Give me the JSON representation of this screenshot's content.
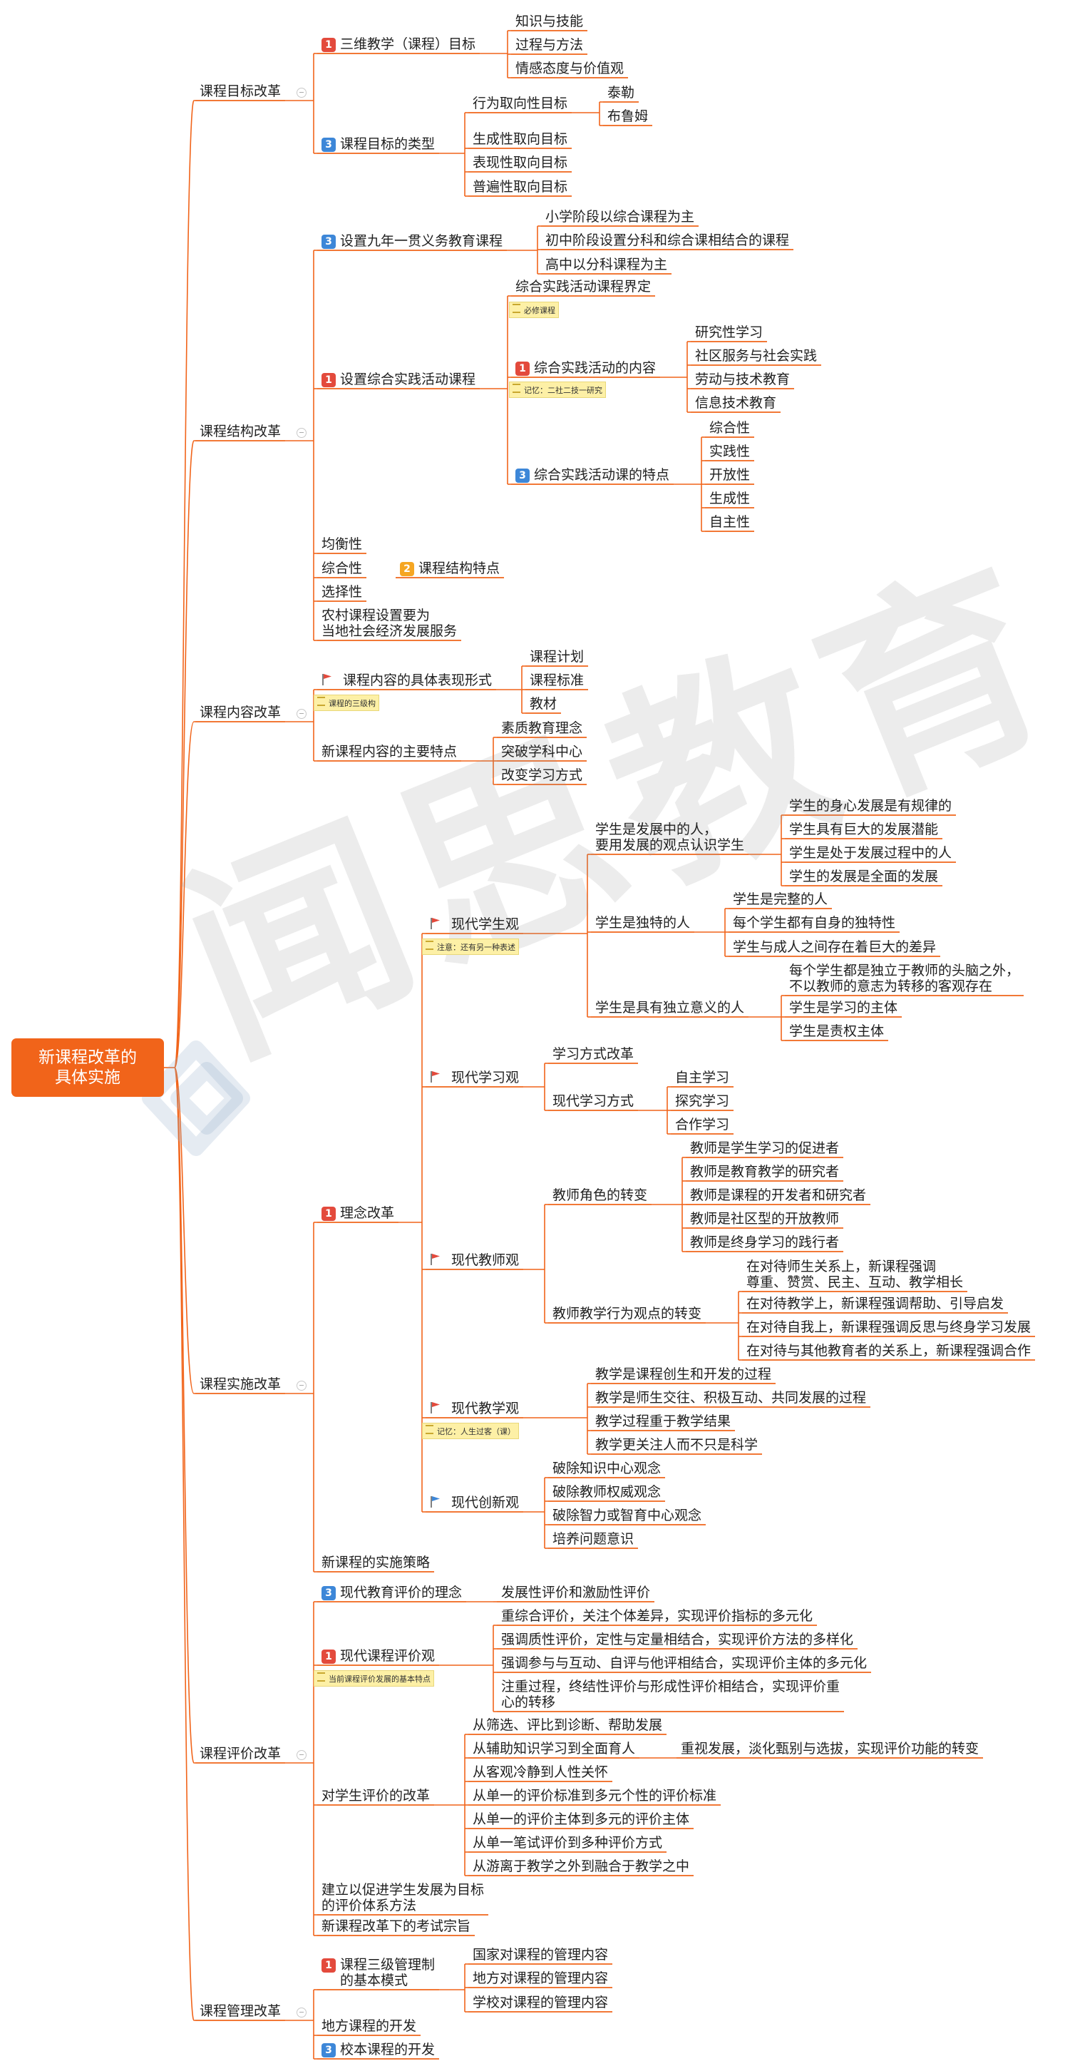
{
  "root": {
    "line1": "新课程改革的",
    "line2": "具体实施"
  },
  "watermark": "闻思教育",
  "colors": {
    "accent": "#f1641a",
    "badge_red": "#e34a3c",
    "badge_orange": "#f5a623",
    "badge_blue": "#3d87d8",
    "flag_red": "#e34a3c",
    "flag_blue": "#3d87d8",
    "note_bg": "#fdf0a6"
  },
  "goals": {
    "label": "课程目标改革",
    "three_dim": {
      "badge": "1",
      "label": "三维教学（课程）目标",
      "items": [
        "知识与技能",
        "过程与方法",
        "情感态度与价值观"
      ]
    },
    "types": {
      "badge": "3",
      "label": "课程目标的类型",
      "behavior": {
        "label": "行为取向性目标",
        "items": [
          "泰勒",
          "布鲁姆"
        ]
      },
      "others": [
        "生成性取向目标",
        "表现性取向目标",
        "普遍性取向目标"
      ]
    }
  },
  "structure": {
    "label": "课程结构改革",
    "nine_year": {
      "badge": "3",
      "label": "设置九年一贯义务教育课程",
      "items": [
        "小学阶段以综合课程为主",
        "初中阶段设置分科和综合课相结合的课程",
        "高中以分科课程为主"
      ]
    },
    "practice": {
      "badge": "1",
      "label": "设置综合实践活动课程",
      "define": "综合实践活动课程界定",
      "note_required": "必修课程",
      "content": {
        "badge": "1",
        "label": "综合实践活动的内容",
        "note": "记忆：二社二技一研究",
        "items": [
          "研究性学习",
          "社区服务与社会实践",
          "劳动与技术教育",
          "信息技术教育"
        ]
      },
      "features": {
        "badge": "3",
        "label": "综合实践活动课的特点",
        "items": [
          "综合性",
          "实践性",
          "开放性",
          "生成性",
          "自主性"
        ]
      }
    },
    "traits": {
      "badge": "2",
      "label": "课程结构特点",
      "items": [
        "均衡性",
        "综合性",
        "选择性"
      ],
      "rural_l1": "农村课程设置要为",
      "rural_l2": "当地社会经济发展服务"
    }
  },
  "content": {
    "label": "课程内容改革",
    "forms": {
      "label": "课程内容的具体表现形式",
      "note": "课程的三级构",
      "items": [
        "课程计划",
        "课程标准",
        "教材"
      ]
    },
    "features": {
      "label": "新课程内容的主要特点",
      "items": [
        "素质教育理念",
        "突破学科中心",
        "改变学习方式"
      ]
    }
  },
  "implement": {
    "label": "课程实施改革",
    "concept": {
      "badge": "1",
      "label": "理念改革",
      "student": {
        "label": "现代学生观",
        "note": "注意：还有另一种表述",
        "dev": {
          "l1": "学生是发展中的人，",
          "l2": "要用发展的观点认识学生",
          "items": [
            "学生的身心发展是有规律的",
            "学生具有巨大的发展潜能",
            "学生是处于发展过程中的人",
            "学生的发展是全面的发展"
          ]
        },
        "unique": {
          "label": "学生是独特的人",
          "items": [
            "学生是完整的人",
            "每个学生都有自身的独特性",
            "学生与成人之间存在着巨大的差异"
          ]
        },
        "indep": {
          "label": "学生是具有独立意义的人",
          "item1_l1": "每个学生都是独立于教师的头脑之外，",
          "item1_l2": "不以教师的意志为转移的客观存在",
          "items": [
            "学生是学习的主体",
            "学生是责权主体"
          ]
        }
      },
      "learning": {
        "label": "现代学习观",
        "reform": "学习方式改革",
        "modern": {
          "label": "现代学习方式",
          "items": [
            "自主学习",
            "探究学习",
            "合作学习"
          ]
        }
      },
      "teacher": {
        "label": "现代教师观",
        "role": {
          "label": "教师角色的转变",
          "items": [
            "教师是学生学习的促进者",
            "教师是教育教学的研究者",
            "教师是课程的开发者和研究者",
            "教师是社区型的开放教师",
            "教师是终身学习的践行者"
          ]
        },
        "behavior": {
          "label": "教师教学行为观点的转变",
          "item1_l1": "在对待师生关系上，新课程强调",
          "item1_l2": "尊重、赞赏、民主、互动、教学相长",
          "items": [
            "在对待教学上，新课程强调帮助、引导启发",
            "在对待自我上，新课程强调反思与终身学习发展",
            "在对待与其他教育者的关系上，新课程强调合作"
          ]
        }
      },
      "teaching": {
        "label": "现代教学观",
        "note": "记忆：人生过客（课）",
        "items": [
          "教学是课程创生和开发的过程",
          "教学是师生交往、积极互动、共同发展的过程",
          "教学过程重于教学结果",
          "教学更关注人而不只是科学"
        ]
      },
      "innovation": {
        "label": "现代创新观",
        "items": [
          "破除知识中心观念",
          "破除教师权威观念",
          "破除智力或智育中心观念",
          "培养问题意识"
        ]
      }
    },
    "strategy": "新课程的实施策略"
  },
  "evaluation": {
    "label": "课程评价改革",
    "idea": {
      "badge": "3",
      "label": "现代教育评价的理念",
      "item": "发展性评价和激励性评价"
    },
    "modern": {
      "badge": "1",
      "label": "现代课程评价观",
      "note": "当前课程评价发展的基本特点",
      "items": [
        "重综合评价，关注个体差异，实现评价指标的多元化",
        "强调质性评价，定性与定量相结合，实现评价方法的多样化",
        "强调参与与互动、自评与他评相结合，实现评价主体的多元化"
      ],
      "last_l1": "注重过程，终结性评价与形成性评价相结合，实现评价重",
      "last_l2": "心的转移"
    },
    "student": {
      "label": "对学生评价的改革",
      "items": [
        "从筛选、评比到诊断、帮助发展",
        "从辅助知识学习到全面育人",
        "从客观冷静到人性关怀",
        "从单一的评价标准到多元个性的评价标准",
        "从单一的评价主体到多元的评价主体",
        "从单一笔试评价到多种评价方式",
        "从游离于教学之外到融合于教学之中"
      ],
      "sub": "重视发展，淡化甄别与选拔，实现评价功能的转变"
    },
    "system_l1": "建立以促进学生发展为目标",
    "system_l2": "的评价体系方法",
    "exam": "新课程改革下的考试宗旨"
  },
  "management": {
    "label": "课程管理改革",
    "three": {
      "badge": "1",
      "l1": "课程三级管理制",
      "l2": "的基本模式",
      "items": [
        "国家对课程的管理内容",
        "地方对课程的管理内容",
        "学校对课程的管理内容"
      ]
    },
    "local": "地方课程的开发",
    "school": {
      "badge": "3",
      "label": "校本课程的开发"
    }
  }
}
